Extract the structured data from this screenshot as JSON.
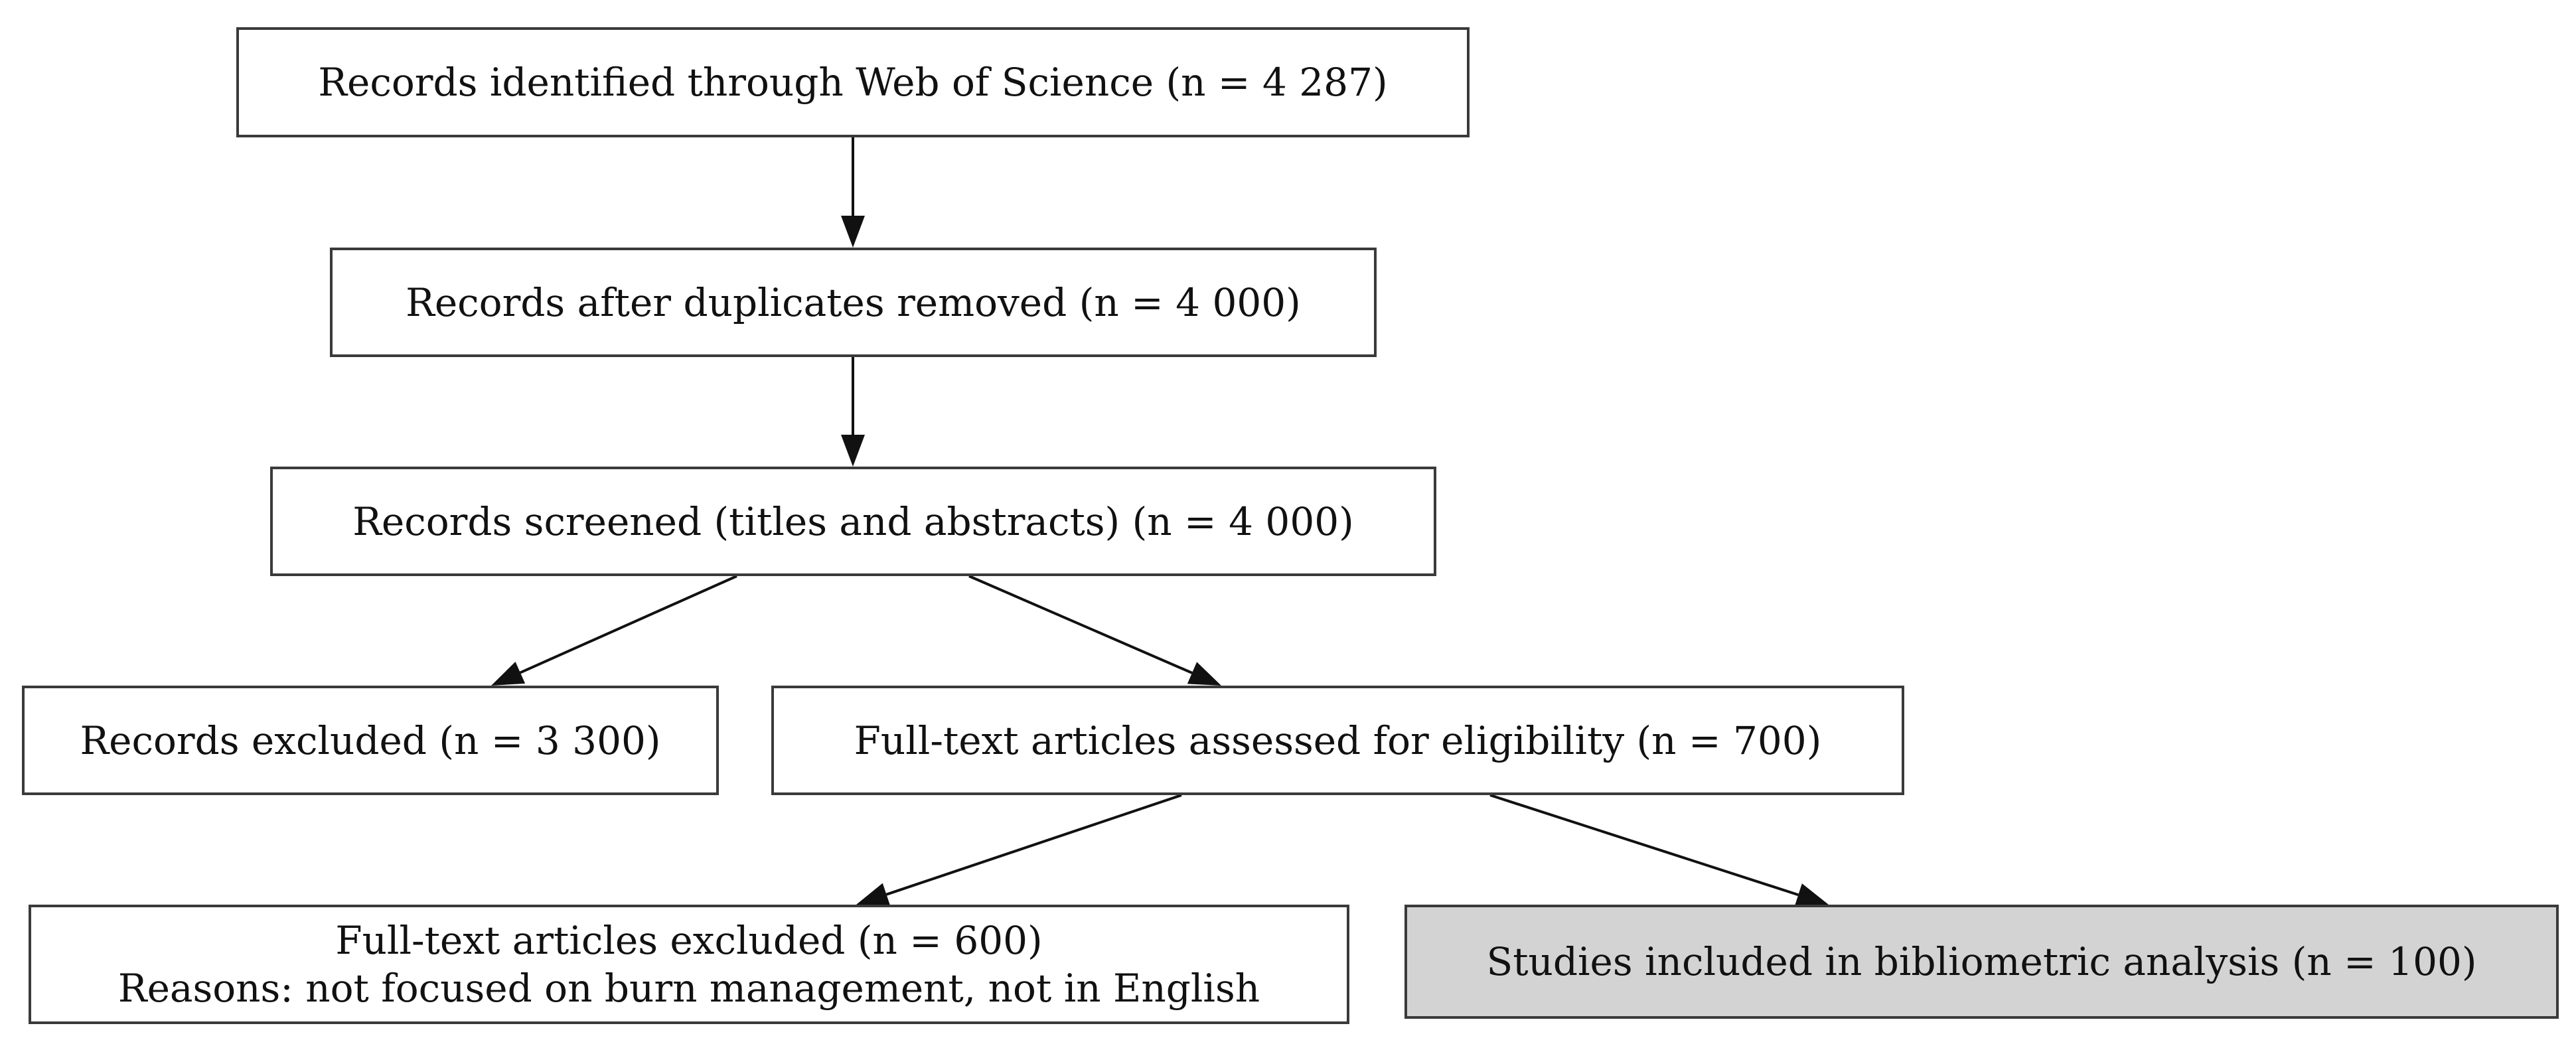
{
  "boxes": {
    "identified": "Records identified through Web of Science (n = 4 287)",
    "deduplicated": "Records after duplicates removed (n = 4 000)",
    "screened": "Records screened (titles and abstracts) (n = 4 000)",
    "excluded": "Records excluded (n = 3 300)",
    "fulltext": "Full-text articles assessed for eligibility (n = 700)",
    "fulltext_excluded": {
      "line1": "Full-text articles excluded (n = 600)",
      "line2": "Reasons: not focused on burn management, not in English"
    },
    "included": "Studies included in bibliometric analysis (n = 100)"
  },
  "colors": {
    "border": "#3a3a3a",
    "included_fill": "#d3d3d3",
    "arrow": "#111111"
  }
}
